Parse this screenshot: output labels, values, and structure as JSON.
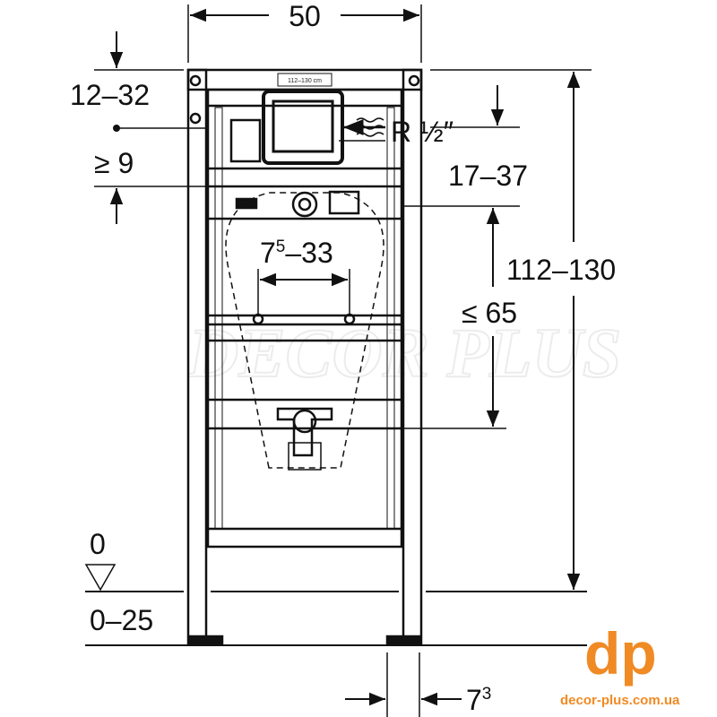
{
  "dimensions": {
    "width": "50",
    "top_offset": "12–32",
    "min_gap": "≥ 9",
    "pipe_thread": "R ½″",
    "supply_height": "17–37",
    "bolt_spacing_base": "7",
    "bolt_spacing_sup": "5",
    "bolt_spacing_rest": "–33",
    "max_drain": "≤ 65",
    "total_height": "112–130",
    "floor_level": "0",
    "leg_adjust": "0–25",
    "leg_depth_base": "7",
    "leg_depth_sup": "3"
  },
  "frame_label": "112–130 cm",
  "watermark": "DECOR PLUS",
  "logo": {
    "mark": "dp",
    "url": "decor-plus.com.ua",
    "color": "#f08a24"
  }
}
